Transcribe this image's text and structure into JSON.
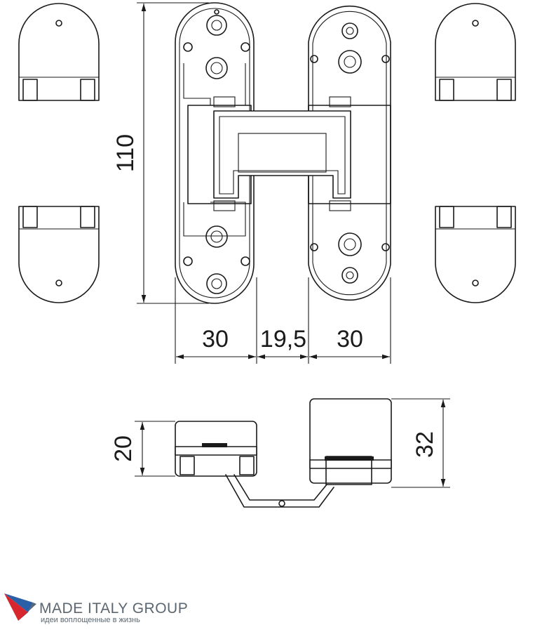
{
  "drawing": {
    "dimensions": {
      "height_total": "110",
      "left_leaf_width": "30",
      "gap_width": "19,5",
      "right_leaf_width": "30",
      "side_left_height": "20",
      "side_right_height": "32"
    }
  },
  "logo": {
    "name": "MADE ITALY GROUP",
    "tagline": "идеи воплощенные в жизнь",
    "colors": {
      "blue": "#2b5fa8",
      "red": "#d7262d",
      "gray": "#5b6670"
    }
  }
}
